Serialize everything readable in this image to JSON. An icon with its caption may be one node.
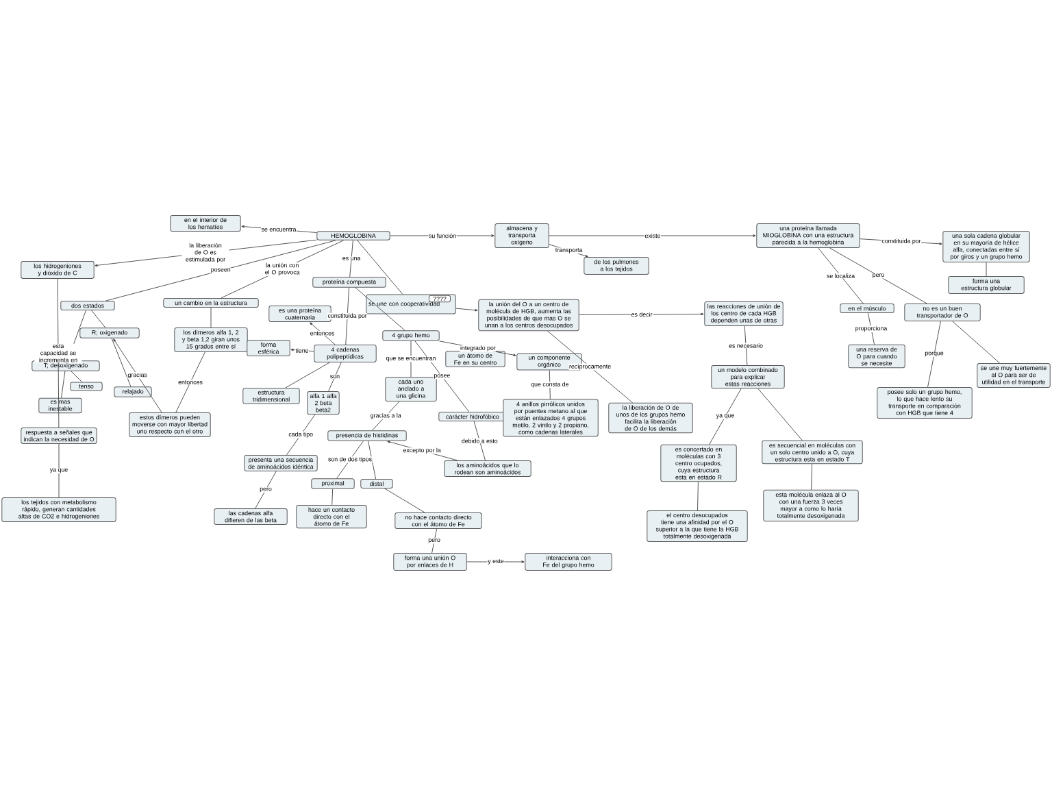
{
  "diagram": {
    "nodes": [
      {
        "text": [
          "HEMOGLOBINA"
        ]
      },
      {
        "text": [
          "en el interior de los hematíes"
        ]
      },
      {
        "text": [
          "los hidrogeniones y dióxido de C"
        ]
      },
      {
        "text": [
          "dos estados"
        ]
      },
      {
        "text": [
          "R; oxigenado"
        ]
      },
      {
        "text": [
          "T; desoxigenado"
        ]
      },
      {
        "text": [
          "tenso"
        ]
      },
      {
        "text": [
          "es mas inestable"
        ]
      },
      {
        "text": [
          "relajado"
        ]
      },
      {
        "text": [
          "respuesta a señales que indican la necesidad de O"
        ]
      },
      {
        "text": [
          "los tejidos con metabolismo rápido, generan cantidades altas de CO2 e hidrogeniones"
        ]
      },
      {
        "text": [
          "un cambio en la estructura"
        ]
      },
      {
        "text": [
          "los dímeros alfa 1, 2 y beta 1,2 giran unos 15 grados entre sí"
        ]
      },
      {
        "text": [
          "estos dímeros pueden moverse con mayor libertad uno respecto con el otro"
        ]
      },
      {
        "text": [
          "proteína compuesta"
        ]
      },
      {
        "text": [
          "es una proteína cuaternaria"
        ]
      },
      {
        "text": [
          "forma esférica"
        ]
      },
      {
        "text": [
          "4 cadenas polipeptídicas"
        ]
      },
      {
        "text": [
          "estructura tridimensional"
        ]
      },
      {
        "text": [
          "alfa 1 alfa 2 beta beta2"
        ]
      },
      {
        "text": [
          "presenta una secuencia de aminoácidos idéntica"
        ]
      },
      {
        "text": [
          "las cadenas alfa difieren de las beta"
        ]
      },
      {
        "text": [
          "4 grupo hemo"
        ]
      },
      {
        "text": [
          "cada uno anclado a una glicina"
        ]
      },
      {
        "text": [
          "un átomo de Fe en su centro"
        ]
      },
      {
        "text": [
          "presencia de histidinas"
        ]
      },
      {
        "text": [
          "proximal"
        ]
      },
      {
        "text": [
          "distal"
        ]
      },
      {
        "text": [
          "hace un contacto directo con el átomo de Fe"
        ]
      },
      {
        "text": [
          "no hace contacto directo con el átomo de Fe"
        ]
      },
      {
        "text": [
          "forma una unión O por enlaces de H"
        ]
      },
      {
        "text": [
          "interacciona con Fe del grupo hemo"
        ]
      },
      {
        "text": [
          "carácter hidrofóbico"
        ]
      },
      {
        "text": [
          "los aminoácidos que lo rodean son aminoácidos"
        ]
      },
      {
        "text": [
          "se une con cooperatividad"
        ]
      },
      {
        "text": [
          "????"
        ],
        "in": 34
      },
      {
        "text": [
          "almacena y transporta oxígeno"
        ]
      },
      {
        "text": [
          "de los pulmones a los tejidos"
        ]
      },
      {
        "text": [
          "la unión del O a un centro de molécula de HGB, aumenta las posibilidades de que mas O se unan a los centros desocupados"
        ]
      },
      {
        "text": [
          "un componente orgánico"
        ]
      },
      {
        "text": [
          "4 anillos pirrólicos unidos por puentes metano al que están enlazados 4 grupos metilo, 2 vinilo y 2 propiano, como cadenas laterales"
        ]
      },
      {
        "text": [
          "la liberación de O de unos de los grupos hemo facilita la liberación de O de los demás"
        ]
      },
      {
        "text": [
          "una proteína llamada MIOGLOBINA con una estructura parecida a la hemoglobina"
        ]
      },
      {
        "text": [
          "una sola cadena globular en su mayoría de hélice alfa, conectadas entre sí por giros y un grupo hemo"
        ]
      },
      {
        "text": [
          "forma una estructura globular"
        ]
      },
      {
        "text": [
          "en el músculo"
        ]
      },
      {
        "text": [
          "una reserva de O para cuando se necesite"
        ]
      },
      {
        "text": [
          "no es un buen transportador de O"
        ]
      },
      {
        "text": [
          "posee solo un grupo hemo, lo que hace lento su transporte en comparación con HGB que tiene 4"
        ]
      },
      {
        "text": [
          "se une muy fuertemente al O para ser de utilidad en el transporte"
        ]
      },
      {
        "text": [
          "las reacciones de unión de los centro de cada HGB dependen unas de otras"
        ]
      },
      {
        "text": [
          "un modelo combinado para explicar estas reacciones"
        ]
      },
      {
        "text": [
          "es concertado en moléculas con 3 centro ocupados, cuya estructura esta en estado R"
        ]
      },
      {
        "text": [
          "es secuencial en moléculas con un solo centro unido a O, cuya estructura esta en estado T"
        ]
      },
      {
        "text": [
          "el centro desocupados tiene una afinidad por el O superior a la que tiene la HGB totalmente desoxigenada"
        ]
      },
      {
        "text": [
          "esta molécula enlaza al O con una fuerza 3 veces mayor a como lo haría totalmente desoxigenada"
        ]
      }
    ],
    "edges": [
      {
        "from": 0,
        "to": 1,
        "arrow": "to",
        "label": "se encuentra"
      },
      {
        "from": 0,
        "to": 2,
        "arrow": "to",
        "label": "la liberación de O es estimulada por"
      },
      {
        "from": 0,
        "to": 3,
        "arrow": "none",
        "label": "poseen"
      },
      {
        "from": 0,
        "to": 11,
        "arrow": "none",
        "label": "la unión con el O provoca"
      },
      {
        "from": 0,
        "to": 14,
        "arrow": "none",
        "label": "es una"
      },
      {
        "from": 0,
        "to": 36,
        "arrow": "to",
        "label": "su función"
      },
      {
        "from": 0,
        "to": 34,
        "arrow": "none"
      },
      {
        "from": 2,
        "to": 9,
        "arrow": "none",
        "label": "esta capacidad se incrementa en"
      },
      {
        "from": 9,
        "to": 10,
        "arrow": "none",
        "label": "ya que"
      },
      {
        "from": 3,
        "to": 4,
        "arrow": "none"
      },
      {
        "from": 3,
        "to": 5,
        "arrow": "none"
      },
      {
        "from": 5,
        "to": 6,
        "arrow": "none"
      },
      {
        "from": 5,
        "to": 7,
        "arrow": "none"
      },
      {
        "from": 4,
        "to": 8,
        "arrow": "none"
      },
      {
        "from": 13,
        "to": 4,
        "arrow": "to",
        "label": "gracias"
      },
      {
        "from": 11,
        "to": 12,
        "arrow": "none"
      },
      {
        "from": 12,
        "to": 13,
        "arrow": "none",
        "label": "entonces"
      },
      {
        "from": 14,
        "to": 17,
        "arrow": "none",
        "label": "constituida por"
      },
      {
        "from": 14,
        "to": 22,
        "arrow": "none"
      },
      {
        "from": 17,
        "to": 15,
        "arrow": "to",
        "label": "entonces"
      },
      {
        "from": 17,
        "to": 16,
        "arrow": "to",
        "label": "tiene"
      },
      {
        "from": 17,
        "to": 18,
        "arrow": "none"
      },
      {
        "from": 17,
        "to": 19,
        "arrow": "none",
        "label": "son"
      },
      {
        "from": 19,
        "to": 20,
        "arrow": "none",
        "label": "cada tipo"
      },
      {
        "from": 20,
        "to": 21,
        "arrow": "none",
        "label": "pero"
      },
      {
        "from": 22,
        "to": 23,
        "arrow": "none",
        "label": "que se encuentran"
      },
      {
        "from": 22,
        "to": 39,
        "arrow": "to",
        "label": "integrado por"
      },
      {
        "from": 22,
        "to": 32,
        "arrow": "none",
        "label": "posee"
      },
      {
        "from": 23,
        "to": 25,
        "arrow": "none",
        "label": "gracias a la"
      },
      {
        "from": 25,
        "to": 26,
        "arrow": "none",
        "label": "son de dos tipos"
      },
      {
        "from": 25,
        "to": 27,
        "arrow": "none"
      },
      {
        "from": 26,
        "to": 28,
        "arrow": "none"
      },
      {
        "from": 27,
        "to": 29,
        "arrow": "none"
      },
      {
        "from": 29,
        "to": 30,
        "arrow": "none",
        "label": "pero"
      },
      {
        "from": 30,
        "to": 31,
        "arrow": "to",
        "label": "y este"
      },
      {
        "from": 32,
        "to": 33,
        "arrow": "none",
        "label": "debido a esto"
      },
      {
        "from": 33,
        "to": 25,
        "arrow": "to",
        "label": "excepto por la"
      },
      {
        "from": 39,
        "to": 40,
        "arrow": "none",
        "label": "que consta de"
      },
      {
        "from": 34,
        "to": 38,
        "arrow": "to"
      },
      {
        "from": 38,
        "to": 50,
        "arrow": "to",
        "label": "es decir"
      },
      {
        "from": 38,
        "to": 41,
        "arrow": "none",
        "label": "recíprocamente"
      },
      {
        "from": 36,
        "to": 37,
        "arrow": "to",
        "label": "transporta"
      },
      {
        "from": 36,
        "to": 42,
        "arrow": "to",
        "label": "existe"
      },
      {
        "from": 42,
        "to": 43,
        "arrow": "to",
        "label": "constituida por"
      },
      {
        "from": 43,
        "to": 44,
        "arrow": "none"
      },
      {
        "from": 42,
        "to": 45,
        "arrow": "none",
        "label": "se localiza"
      },
      {
        "from": 45,
        "to": 46,
        "arrow": "none",
        "label": "proporciona"
      },
      {
        "from": 42,
        "to": 47,
        "arrow": "none",
        "label": "pero"
      },
      {
        "from": 47,
        "to": 48,
        "arrow": "none",
        "label": "porque"
      },
      {
        "from": 47,
        "to": 49,
        "arrow": "none"
      },
      {
        "from": 50,
        "to": 51,
        "arrow": "none",
        "label": "es necesario"
      },
      {
        "from": 51,
        "to": 52,
        "arrow": "none",
        "label": "ya que"
      },
      {
        "from": 51,
        "to": 53,
        "arrow": "none"
      },
      {
        "from": 52,
        "to": 54,
        "arrow": "none"
      },
      {
        "from": 53,
        "to": 55,
        "arrow": "none"
      }
    ]
  }
}
